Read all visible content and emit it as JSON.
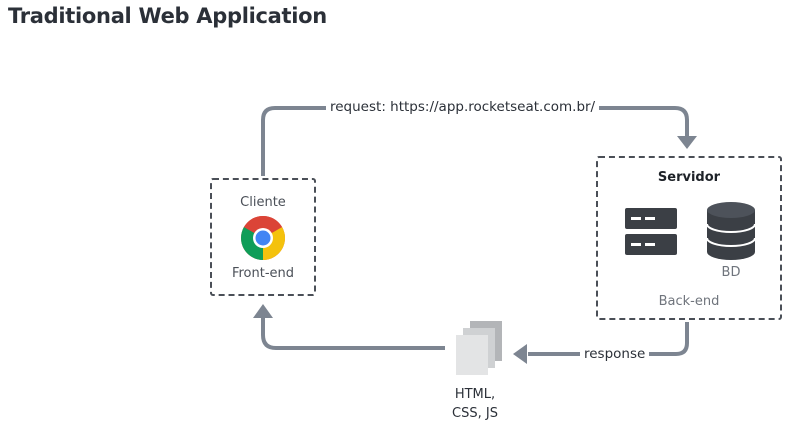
{
  "title": "Traditional Web Application",
  "client": {
    "title": "Cliente",
    "subtitle": "Front-end",
    "icon": "chrome-browser-icon"
  },
  "server": {
    "title": "Servidor",
    "db_label": "BD",
    "subtitle": "Back-end",
    "icons": [
      "server-rack-icon",
      "database-icon"
    ]
  },
  "request": {
    "label": "request: https://app.rocketseat.com.br/"
  },
  "response": {
    "label": "response",
    "files_label_line1": "HTML,",
    "files_label_line2": "CSS, JS",
    "icon": "document-stack-icon"
  },
  "colors": {
    "arrow": "#7d8591",
    "border": "#4a4f57",
    "chrome_red": "#db4437",
    "chrome_green": "#0f9d58",
    "chrome_yellow": "#f4c20d",
    "chrome_blue": "#4285f4",
    "server_dark": "#3b3f45"
  }
}
